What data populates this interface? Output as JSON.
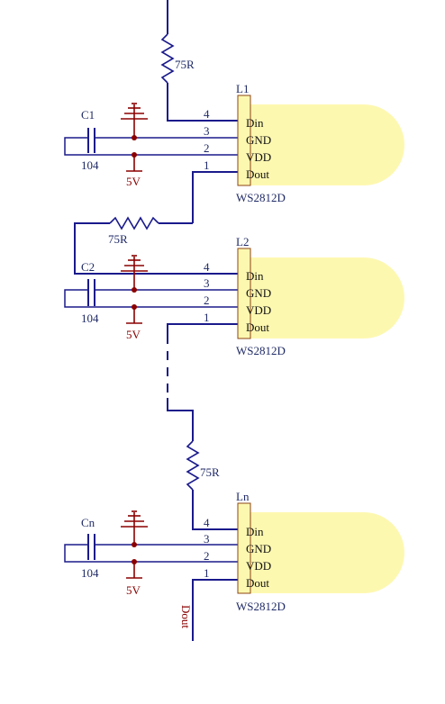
{
  "resistors": [
    {
      "value": "75R"
    },
    {
      "value": "75R"
    },
    {
      "value": "75R"
    }
  ],
  "leds": [
    {
      "ref": "L1",
      "part": "WS2812D"
    },
    {
      "ref": "L2",
      "part": "WS2812D"
    },
    {
      "ref": "Ln",
      "part": "WS2812D"
    }
  ],
  "capacitors": [
    {
      "ref": "C1",
      "value": "104"
    },
    {
      "ref": "C2",
      "value": "104"
    },
    {
      "ref": "Cn",
      "value": "104"
    }
  ],
  "pins": [
    {
      "num": "4",
      "name": "Din"
    },
    {
      "num": "3",
      "name": "GND"
    },
    {
      "num": "2",
      "name": "VDD"
    },
    {
      "num": "1",
      "name": "Dout"
    }
  ],
  "supply_label": "5V",
  "output_label": "Dout",
  "colors": {
    "wire": "#1a1a8c",
    "power": "#8b0000",
    "led_fill": "#fdf8b0",
    "led_border": "#8b4513"
  }
}
